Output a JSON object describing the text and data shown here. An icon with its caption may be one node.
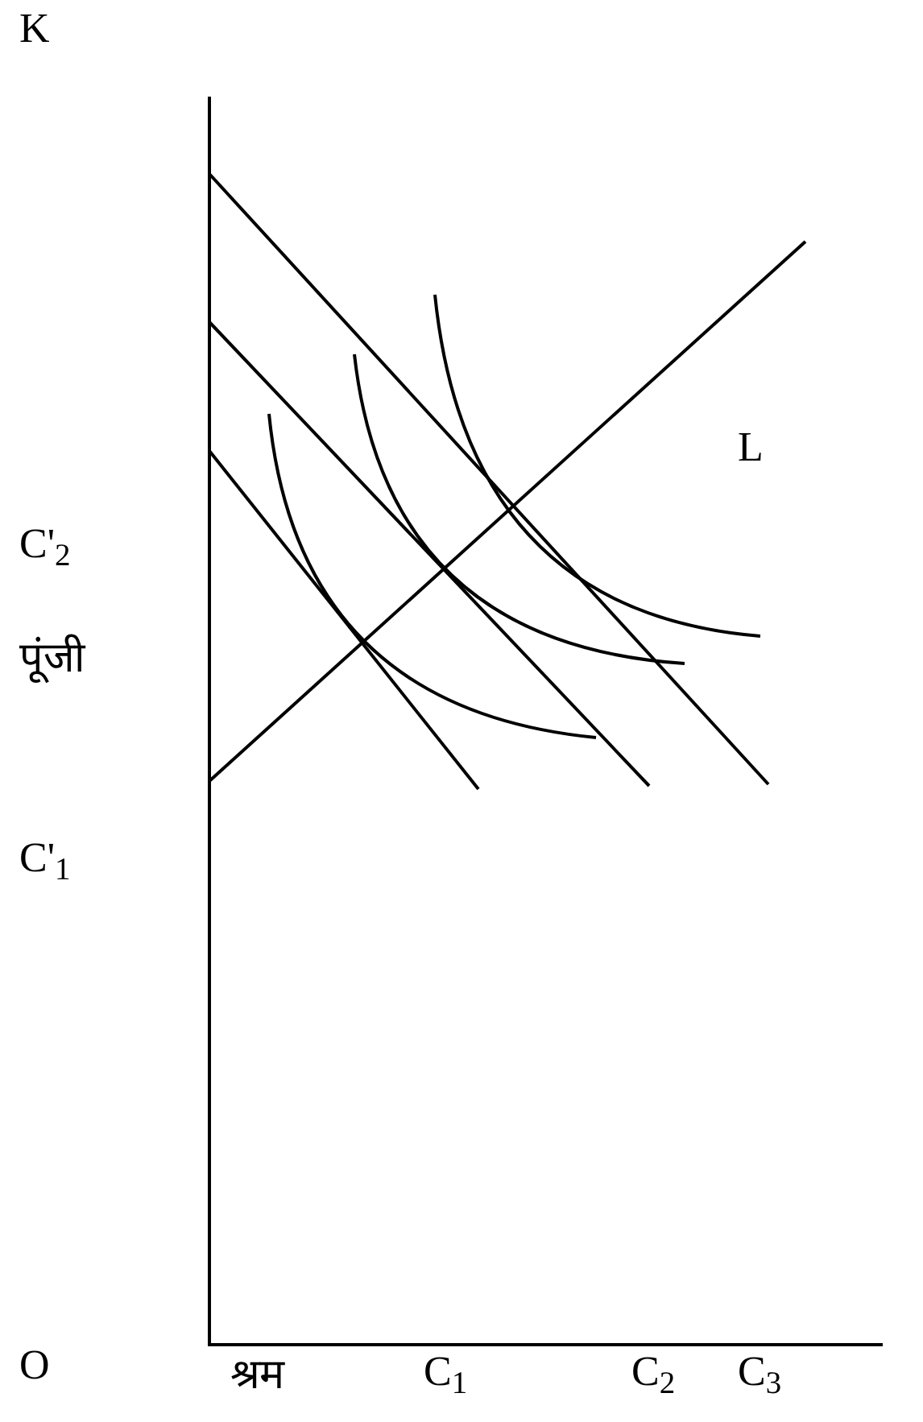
{
  "diagram": {
    "labels": [
      "K",
      "L",
      "C'$_{2}$",
      "पूंजी",
      "C'$_{1}$",
      "O",
      "श्रम",
      "C$_{1}$",
      "C$_{2}$",
      "C$_{3}$"
    ]
  }
}
